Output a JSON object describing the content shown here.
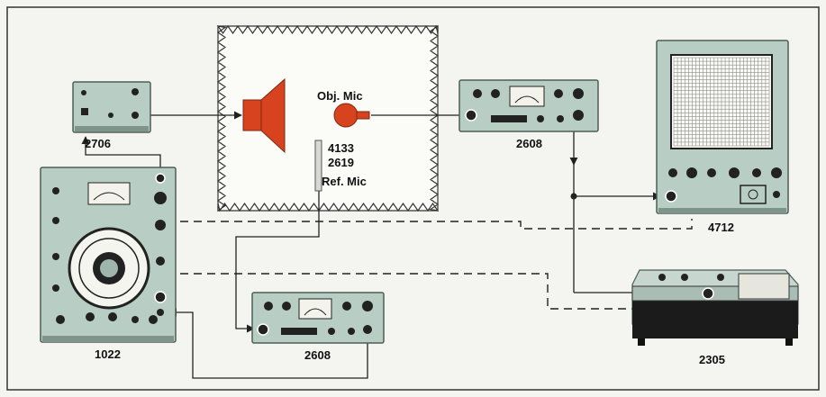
{
  "labels": {
    "signal_generator": "2706",
    "obj_mic": "Obj. Mic",
    "mic_model_a": "4133",
    "mic_model_b": "2619",
    "ref_mic": "Ref. Mic",
    "amplifier_top": "2608",
    "oscilloscope": "4712",
    "beat_generator": "1022",
    "amplifier_bottom": "2608",
    "level_recorder": "2305"
  },
  "colors": {
    "instrument": "#b8cdc4",
    "instrument_dark": "#1b1b1b",
    "speaker": "#d8431f",
    "mic": "#d8431f",
    "line": "#222222"
  },
  "icons": [
    "speaker-icon",
    "microphone-icon"
  ]
}
